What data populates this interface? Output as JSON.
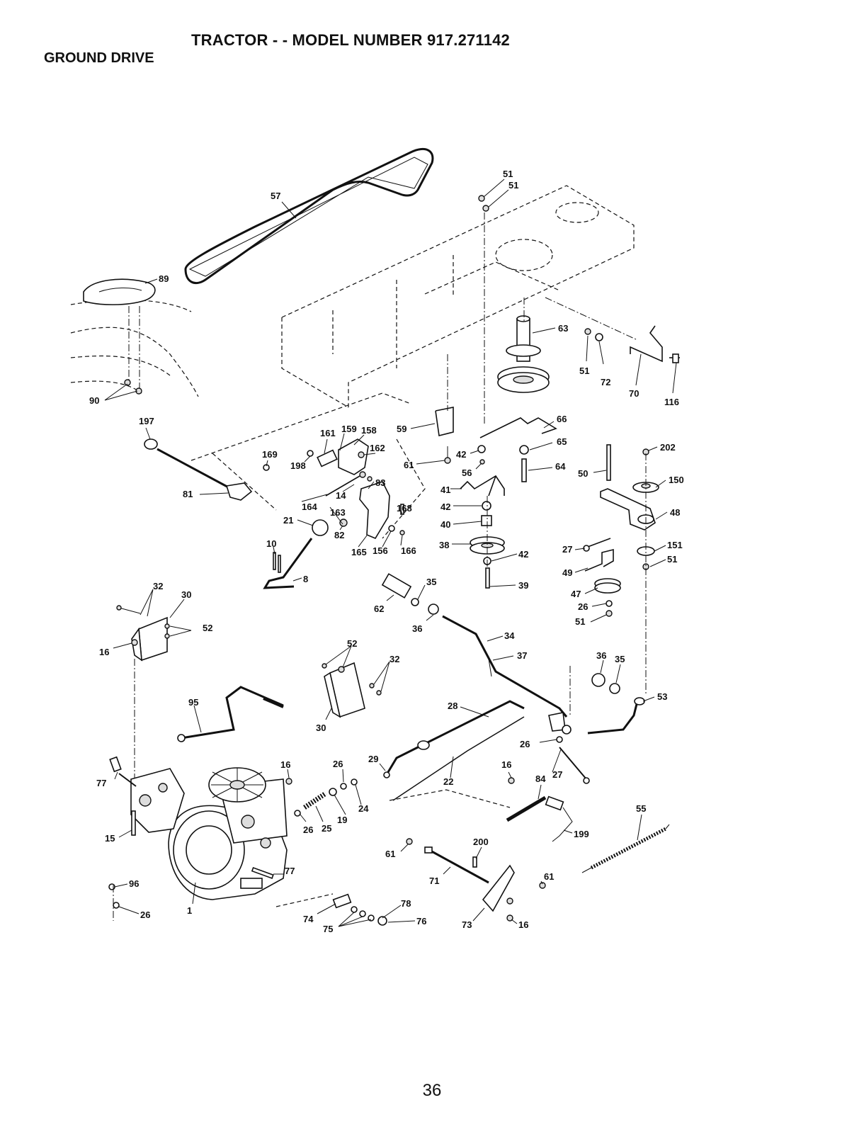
{
  "header": {
    "title": "TRACTOR - - MODEL NUMBER 917.271142",
    "section": "GROUND DRIVE"
  },
  "footer": {
    "page_number": "36"
  },
  "parts": [
    {
      "id": "p51a",
      "label": "51"
    },
    {
      "id": "p51b",
      "label": "51"
    },
    {
      "id": "p57",
      "label": "57"
    },
    {
      "id": "p89",
      "label": "89"
    },
    {
      "id": "p63",
      "label": "63"
    },
    {
      "id": "p51c",
      "label": "51"
    },
    {
      "id": "p72",
      "label": "72"
    },
    {
      "id": "p70",
      "label": "70"
    },
    {
      "id": "p116",
      "label": "116"
    },
    {
      "id": "p90",
      "label": "90"
    },
    {
      "id": "p197",
      "label": "197"
    },
    {
      "id": "p161",
      "label": "161"
    },
    {
      "id": "p159",
      "label": "159"
    },
    {
      "id": "p158",
      "label": "158"
    },
    {
      "id": "p59",
      "label": "59"
    },
    {
      "id": "p66",
      "label": "66"
    },
    {
      "id": "p169",
      "label": "169"
    },
    {
      "id": "p162",
      "label": "162"
    },
    {
      "id": "p198",
      "label": "198"
    },
    {
      "id": "p42a",
      "label": "42"
    },
    {
      "id": "p65",
      "label": "65"
    },
    {
      "id": "p202",
      "label": "202"
    },
    {
      "id": "p61a",
      "label": "61"
    },
    {
      "id": "p56",
      "label": "56"
    },
    {
      "id": "p64",
      "label": "64"
    },
    {
      "id": "p50",
      "label": "50"
    },
    {
      "id": "p150",
      "label": "150"
    },
    {
      "id": "p81",
      "label": "81"
    },
    {
      "id": "p14",
      "label": "14"
    },
    {
      "id": "p83",
      "label": "83"
    },
    {
      "id": "p41",
      "label": "41"
    },
    {
      "id": "p164",
      "label": "164"
    },
    {
      "id": "p163",
      "label": "163"
    },
    {
      "id": "p168",
      "label": "168"
    },
    {
      "id": "p42b",
      "label": "42"
    },
    {
      "id": "p48",
      "label": "48"
    },
    {
      "id": "p21",
      "label": "21"
    },
    {
      "id": "p40",
      "label": "40"
    },
    {
      "id": "p10",
      "label": "10"
    },
    {
      "id": "p82",
      "label": "82"
    },
    {
      "id": "p165",
      "label": "165"
    },
    {
      "id": "p156",
      "label": "156"
    },
    {
      "id": "p166",
      "label": "166"
    },
    {
      "id": "p38",
      "label": "38"
    },
    {
      "id": "p42c",
      "label": "42"
    },
    {
      "id": "p27a",
      "label": "27"
    },
    {
      "id": "p151",
      "label": "151"
    },
    {
      "id": "p51d",
      "label": "51"
    },
    {
      "id": "p8",
      "label": "8"
    },
    {
      "id": "p49",
      "label": "49"
    },
    {
      "id": "p35a",
      "label": "35"
    },
    {
      "id": "p39",
      "label": "39"
    },
    {
      "id": "p32a",
      "label": "32"
    },
    {
      "id": "p47",
      "label": "47"
    },
    {
      "id": "p30a",
      "label": "30"
    },
    {
      "id": "p62",
      "label": "62"
    },
    {
      "id": "p26a",
      "label": "26"
    },
    {
      "id": "p36a",
      "label": "36"
    },
    {
      "id": "p51e",
      "label": "51"
    },
    {
      "id": "p52a",
      "label": "52"
    },
    {
      "id": "p34",
      "label": "34"
    },
    {
      "id": "p16a",
      "label": "16"
    },
    {
      "id": "p52b",
      "label": "52"
    },
    {
      "id": "p37",
      "label": "37"
    },
    {
      "id": "p32b",
      "label": "32"
    },
    {
      "id": "p36b",
      "label": "36"
    },
    {
      "id": "p35b",
      "label": "35"
    },
    {
      "id": "p95",
      "label": "95"
    },
    {
      "id": "p53",
      "label": "53"
    },
    {
      "id": "p28",
      "label": "28"
    },
    {
      "id": "p30b",
      "label": "30"
    },
    {
      "id": "p26b",
      "label": "26"
    },
    {
      "id": "p29",
      "label": "29"
    },
    {
      "id": "p16b",
      "label": "16"
    },
    {
      "id": "p26c",
      "label": "26"
    },
    {
      "id": "p16c",
      "label": "16"
    },
    {
      "id": "p27b",
      "label": "27"
    },
    {
      "id": "p77a",
      "label": "77"
    },
    {
      "id": "p84",
      "label": "84"
    },
    {
      "id": "p22",
      "label": "22"
    },
    {
      "id": "p24",
      "label": "24"
    },
    {
      "id": "p55",
      "label": "55"
    },
    {
      "id": "p19",
      "label": "19"
    },
    {
      "id": "p26d",
      "label": "26"
    },
    {
      "id": "p25",
      "label": "25"
    },
    {
      "id": "p199",
      "label": "199"
    },
    {
      "id": "p15",
      "label": "15"
    },
    {
      "id": "p200",
      "label": "200"
    },
    {
      "id": "p61b",
      "label": "61"
    },
    {
      "id": "p77b",
      "label": "77"
    },
    {
      "id": "p71",
      "label": "71"
    },
    {
      "id": "p61c",
      "label": "61"
    },
    {
      "id": "p96",
      "label": "96"
    },
    {
      "id": "p1",
      "label": "1"
    },
    {
      "id": "p78",
      "label": "78"
    },
    {
      "id": "p26e",
      "label": "26"
    },
    {
      "id": "p74",
      "label": "74"
    },
    {
      "id": "p75",
      "label": "75"
    },
    {
      "id": "p76",
      "label": "76"
    },
    {
      "id": "p73",
      "label": "73"
    },
    {
      "id": "p16d",
      "label": "16"
    }
  ]
}
